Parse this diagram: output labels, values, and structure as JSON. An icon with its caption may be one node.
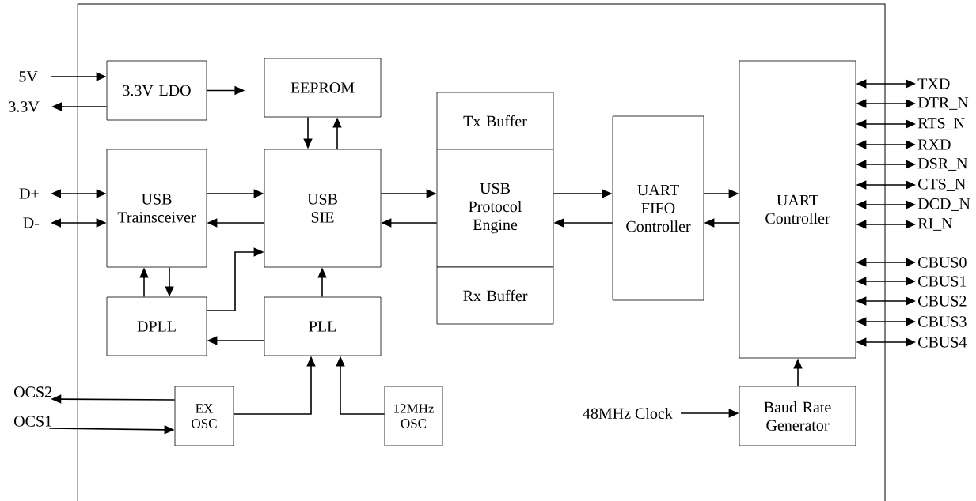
{
  "diagram": {
    "nodes": [
      {
        "text": [
          "5V"
        ]
      },
      {
        "text": [
          "3.3V"
        ]
      },
      {
        "text": [
          "3.3V LDO"
        ]
      },
      {
        "text": [
          "EEPROM"
        ]
      },
      {
        "text": [
          "D+"
        ]
      },
      {
        "text": [
          "D-"
        ]
      },
      {
        "text": [
          "USB Trainsceiver"
        ]
      },
      {
        "text": [
          "USB SIE"
        ]
      },
      {
        "text": [
          "Tx Buffer"
        ]
      },
      {
        "text": [
          "USB Protocol Engine"
        ]
      },
      {
        "text": [
          "Rx Buffer"
        ]
      },
      {
        "text": [
          "UART FIFO Controller"
        ]
      },
      {
        "text": [
          "UART Controller"
        ]
      },
      {
        "text": [
          "TXD"
        ]
      },
      {
        "text": [
          "DTR_N"
        ]
      },
      {
        "text": [
          "RTS_N"
        ]
      },
      {
        "text": [
          "RXD"
        ]
      },
      {
        "text": [
          "DSR_N"
        ]
      },
      {
        "text": [
          "CTS_N"
        ]
      },
      {
        "text": [
          "DCD_N"
        ]
      },
      {
        "text": [
          "RI_N"
        ]
      },
      {
        "text": [
          "CBUS0"
        ]
      },
      {
        "text": [
          "CBUS1"
        ]
      },
      {
        "text": [
          "CBUS2"
        ]
      },
      {
        "text": [
          "CBUS3"
        ]
      },
      {
        "text": [
          "CBUS4"
        ]
      },
      {
        "text": [
          "DPLL"
        ]
      },
      {
        "text": [
          "PLL"
        ]
      },
      {
        "text": [
          "OCS2"
        ]
      },
      {
        "text": [
          "OCS1"
        ]
      },
      {
        "text": [
          "EX OSC"
        ]
      },
      {
        "text": [
          "12MHz OSC"
        ]
      },
      {
        "text": [
          "48MHz Clock"
        ]
      },
      {
        "text": [
          "Baud Rate Generator"
        ]
      }
    ],
    "edges": [
      {
        "from": 0,
        "to": 2,
        "arrow": "to"
      },
      {
        "from": 2,
        "to": 1,
        "arrow": "to"
      },
      {
        "from": 2,
        "to": null,
        "arrow": "to"
      },
      {
        "from": 3,
        "to": 7,
        "arrow": "to"
      },
      {
        "from": 7,
        "to": 3,
        "arrow": "to"
      },
      {
        "from": 4,
        "to": 6,
        "arrow": "both"
      },
      {
        "from": 5,
        "to": 6,
        "arrow": "both"
      },
      {
        "from": 6,
        "to": 7,
        "arrow": "to"
      },
      {
        "from": 7,
        "to": 6,
        "arrow": "to"
      },
      {
        "from": 7,
        "to": 9,
        "arrow": "to"
      },
      {
        "from": 9,
        "to": 7,
        "arrow": "to"
      },
      {
        "from": 9,
        "to": 11,
        "arrow": "to"
      },
      {
        "from": 11,
        "to": 9,
        "arrow": "to"
      },
      {
        "from": 11,
        "to": 12,
        "arrow": "to"
      },
      {
        "from": 12,
        "to": 11,
        "arrow": "to"
      },
      {
        "from": 12,
        "to": 13,
        "arrow": "both"
      },
      {
        "from": 12,
        "to": 14,
        "arrow": "both"
      },
      {
        "from": 12,
        "to": 15,
        "arrow": "both"
      },
      {
        "from": 12,
        "to": 16,
        "arrow": "both"
      },
      {
        "from": 12,
        "to": 17,
        "arrow": "both"
      },
      {
        "from": 12,
        "to": 18,
        "arrow": "both"
      },
      {
        "from": 12,
        "to": 19,
        "arrow": "both"
      },
      {
        "from": 12,
        "to": 20,
        "arrow": "both"
      },
      {
        "from": 12,
        "to": 21,
        "arrow": "both"
      },
      {
        "from": 12,
        "to": 22,
        "arrow": "both"
      },
      {
        "from": 12,
        "to": 23,
        "arrow": "both"
      },
      {
        "from": 12,
        "to": 24,
        "arrow": "both"
      },
      {
        "from": 12,
        "to": 25,
        "arrow": "both"
      },
      {
        "from": 26,
        "to": 6,
        "arrow": "to"
      },
      {
        "from": 6,
        "to": 26,
        "arrow": "to"
      },
      {
        "from": 26,
        "to": 7,
        "arrow": "to"
      },
      {
        "from": 27,
        "to": 7,
        "arrow": "to"
      },
      {
        "from": 27,
        "to": 26,
        "arrow": "to"
      },
      {
        "from": 30,
        "to": 28,
        "arrow": "to"
      },
      {
        "from": 29,
        "to": 30,
        "arrow": "to"
      },
      {
        "from": 30,
        "to": 27,
        "arrow": "to"
      },
      {
        "from": 31,
        "to": 27,
        "arrow": "to"
      },
      {
        "from": 32,
        "to": 33,
        "arrow": "to"
      },
      {
        "from": 33,
        "to": 12,
        "arrow": "to"
      }
    ]
  }
}
